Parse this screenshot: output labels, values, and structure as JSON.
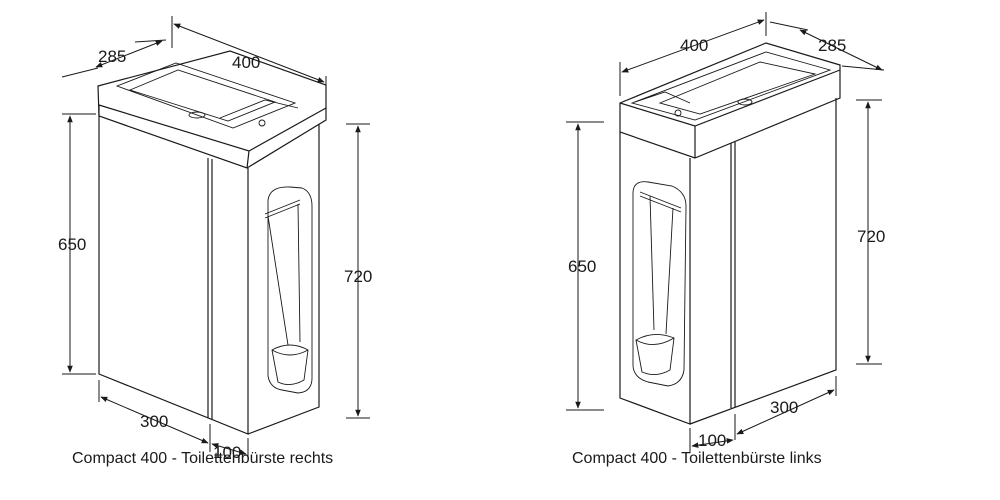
{
  "left_drawing": {
    "caption": "Compact 400 - Toilettenbürste rechts",
    "dims": {
      "depth": "285",
      "width": "400",
      "height_front": "650",
      "height_total": "720",
      "door_width": "300",
      "side_width": "100"
    }
  },
  "right_drawing": {
    "caption": "Compact 400 - Toilettenbürste links",
    "dims": {
      "depth": "285",
      "width": "400",
      "height_front": "650",
      "height_total": "720",
      "door_width": "300",
      "side_width": "100"
    }
  }
}
